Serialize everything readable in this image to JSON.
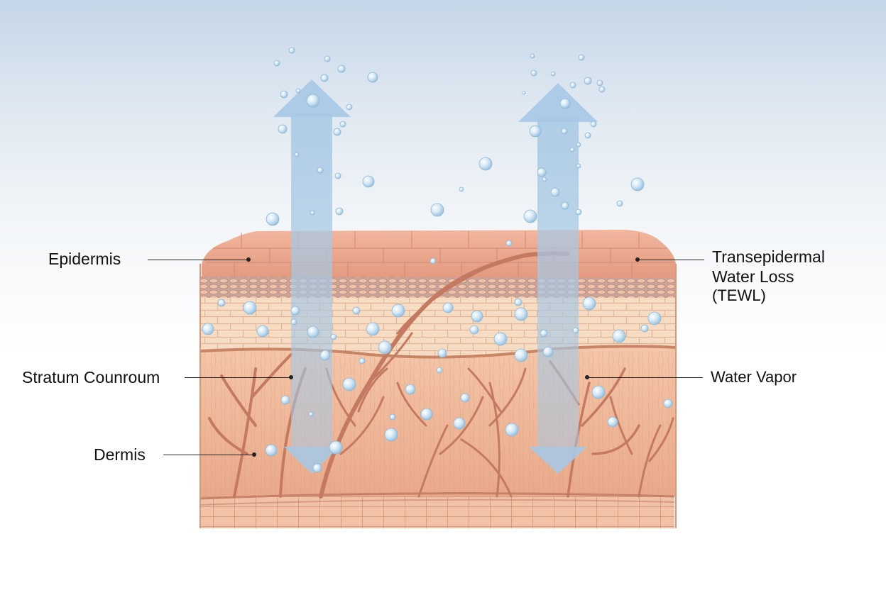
{
  "labels": {
    "epidermis": "Epidermis",
    "stratum": "Stratum Counroum",
    "dermis": "Dermis",
    "tewl_line1": "Transepidermal",
    "tewl_line2": "Water Loss",
    "tewl_line3": "(TEWL)",
    "water_vapor": "Water Vapor"
  },
  "colors": {
    "skin_top": "#e9a58d",
    "skin_layer": "#f6d6bc",
    "dermis": "#eeb595",
    "vessel": "#c97b62",
    "arrow": "#a9cbe6",
    "droplet": "#bcd9ee"
  }
}
